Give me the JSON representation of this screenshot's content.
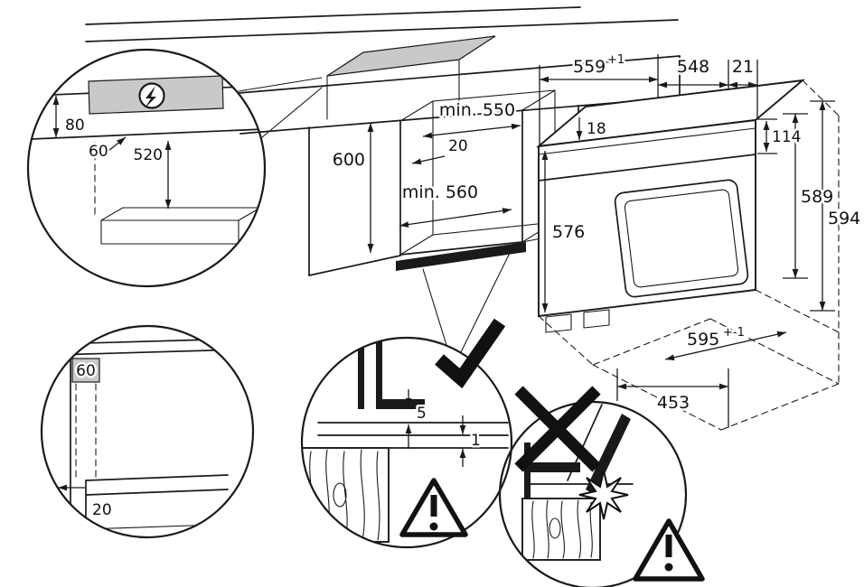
{
  "figure": {
    "type": "installation-diagram",
    "subject": "built-in oven niche and cabinet dimensions"
  },
  "colors": {
    "line": "#1a1a1a",
    "shade": "#c9c9c9"
  },
  "detail_electrical": {
    "dim_80": "80",
    "dim_60": "60",
    "dim_520": "520"
  },
  "niche": {
    "dim_600": "600",
    "dim_min_550": "min. 550",
    "dim_20": "20",
    "dim_min_560": "min. 560"
  },
  "oven": {
    "dim_559": "559",
    "dim_559_tol": "+1",
    "dim_548": "548",
    "dim_21": "21",
    "dim_18": "18",
    "dim_114": "114",
    "dim_576": "576",
    "dim_589": "589",
    "dim_594": "594",
    "dim_595": "595",
    "dim_595_tol": "+-1",
    "dim_453": "453"
  },
  "detail_corner": {
    "dim_60": "60",
    "dim_20": "20"
  },
  "detail_gap": {
    "dim_5": "5",
    "dim_1": "1"
  },
  "icons": {
    "electrical": "lightning-bolt",
    "correct": "checkmark",
    "incorrect": "cross",
    "warning": "exclamation-triangle",
    "damage": "spark-burst"
  }
}
